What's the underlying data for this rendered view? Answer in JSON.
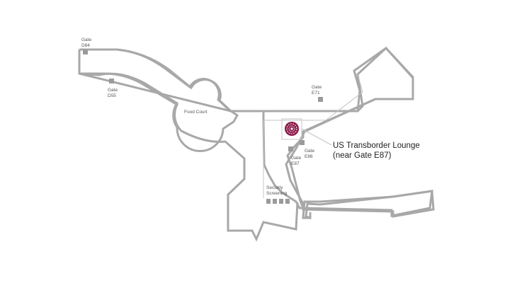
{
  "map": {
    "lounge": {
      "name": "US Transborder Lounge",
      "location": "(near Gate E87)",
      "icon": "lounge-marker-icon",
      "color": "#8b1a4a"
    },
    "areas": {
      "food_court": "Food Court",
      "security_line1": "Security",
      "security_line2": "Screening"
    },
    "gates": {
      "d64": {
        "label": "Gate",
        "number": "D64"
      },
      "d55": {
        "label": "Gate",
        "number": "D55"
      },
      "e71": {
        "label": "Gate",
        "number": "E71"
      },
      "e86": {
        "label": "Gate",
        "number": "E86"
      },
      "e87": {
        "label": "Gate",
        "number": "E87"
      }
    },
    "colors": {
      "outline": "#a8a8a8",
      "marker": "#9a9a9a",
      "accent": "#8b1a4a"
    }
  }
}
